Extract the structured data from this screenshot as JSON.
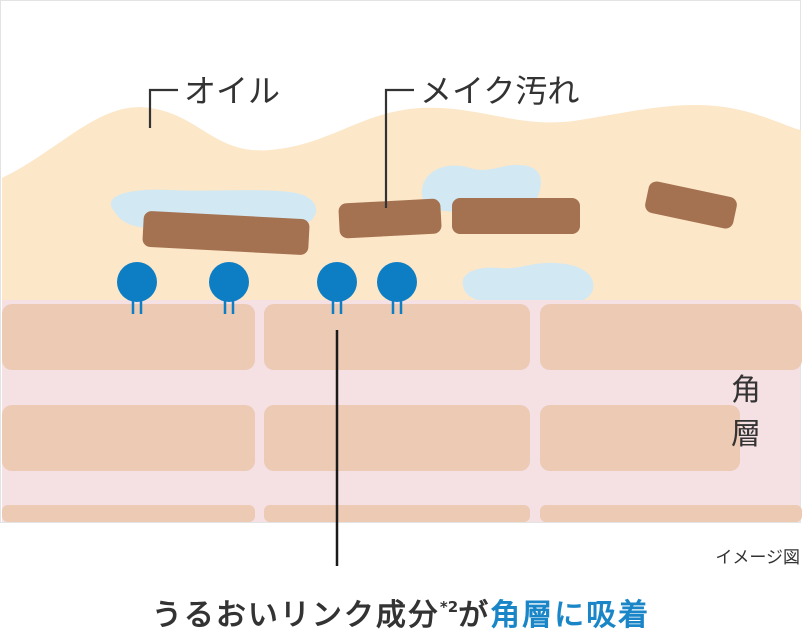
{
  "labels": {
    "oil": "オイル",
    "makeup": "メイク汚れ",
    "stratum_corneum": "角\n層",
    "stratum_line1": "角",
    "stratum_line2": "層",
    "image_note": "イメージ図"
  },
  "caption": {
    "main": "うるおいリンク成分",
    "asterisk": "*",
    "note_number": "2",
    "particle": "が",
    "highlight": "角層に吸着"
  },
  "colors": {
    "oil": "#fce7c8",
    "makeup_dirt": "#a57251",
    "water": "#d2e9f4",
    "ingredient": "#0d7dc4",
    "skin_cell": "#eccab4",
    "skin_gap": "#f5e0e3",
    "text": "#333333",
    "highlight": "#1a86c7"
  }
}
